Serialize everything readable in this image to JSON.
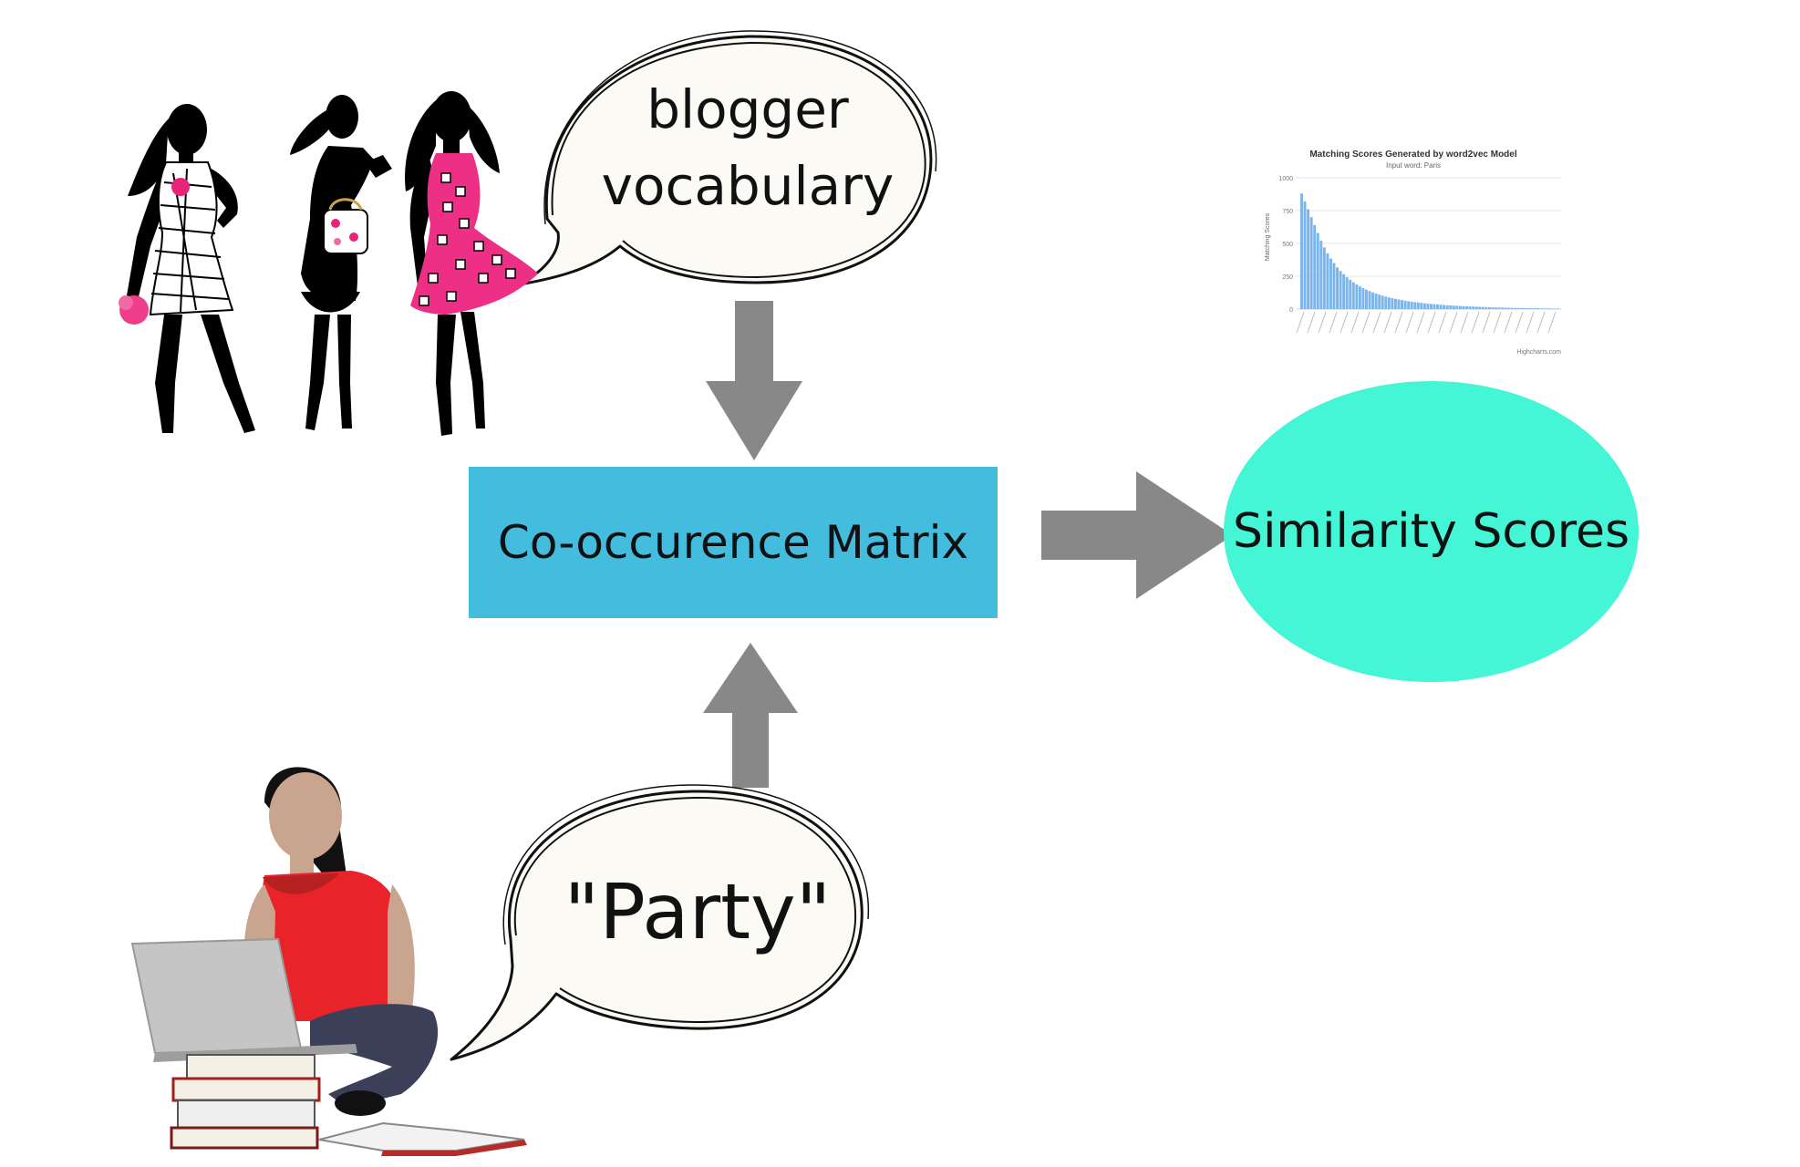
{
  "bubbles": {
    "blogger_line1": "blogger",
    "blogger_line2": "vocabulary",
    "party": "\"Party\""
  },
  "matrix": {
    "label": "Co-occurence Matrix",
    "color": "#43bcdd"
  },
  "scores": {
    "label": "Similarity Scores",
    "color": "#44f5d6"
  },
  "arrow_color": "#888888",
  "chart_data": {
    "type": "bar",
    "title": "Matching Scores Generated by word2vec Model",
    "subtitle": "Input word: Paris",
    "xlabel": "",
    "ylabel": "Matching Scores",
    "ylim": [
      0,
      1000
    ],
    "yticks": [
      "1000",
      "750",
      "500",
      "250",
      "0"
    ],
    "credit": "Highcharts.com",
    "bar_color": "#7cb5ec",
    "values": [
      880,
      820,
      760,
      700,
      640,
      580,
      520,
      470,
      425,
      385,
      350,
      318,
      290,
      265,
      242,
      222,
      204,
      188,
      173,
      160,
      148,
      137,
      127,
      118,
      110,
      102,
      95,
      89,
      83,
      78,
      73,
      68,
      64,
      60,
      56,
      53,
      50,
      47,
      44,
      42,
      39,
      37,
      35,
      33,
      31,
      29,
      28,
      26,
      25,
      23,
      22,
      21,
      20,
      19,
      18,
      17,
      16,
      15,
      14,
      13,
      12,
      12,
      11,
      10,
      10,
      9,
      9,
      8,
      8,
      7,
      7,
      6,
      6,
      6,
      5,
      5,
      5,
      4,
      4,
      4
    ]
  }
}
